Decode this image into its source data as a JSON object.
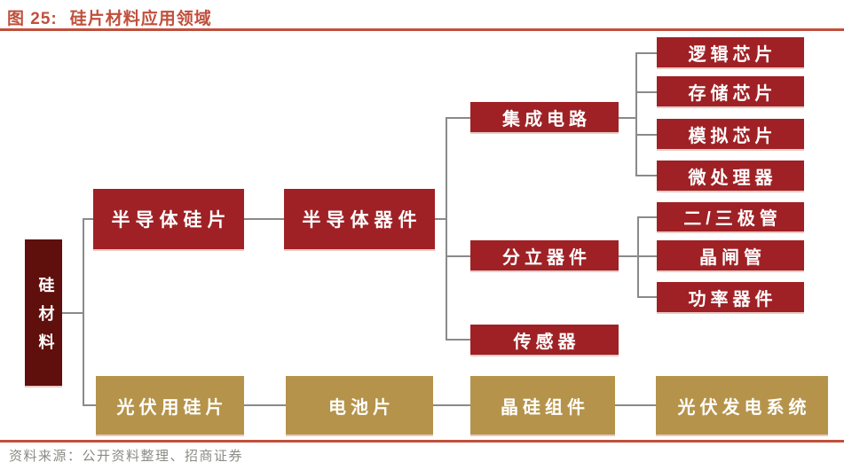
{
  "title": {
    "label": "图 25:",
    "text": "硅片材料应用领域"
  },
  "source": {
    "text": "资料来源：公开资料整理、招商证券"
  },
  "colors": {
    "accent_rule": "#C0503C",
    "box_red": "#9F2125",
    "box_dark_red": "#5F0F0C",
    "box_gold": "#B5934A",
    "connector_gray": "#8A8A8A",
    "source_text": "#8B8B85"
  },
  "tree": {
    "root": {
      "label": "硅材料"
    },
    "semiconductor_branch": {
      "wafer": "半导体硅片",
      "device": "半导体器件",
      "categories": {
        "ic": {
          "label": "集成电路",
          "children": [
            "逻辑芯片",
            "存储芯片",
            "模拟芯片",
            "微处理器"
          ]
        },
        "discrete": {
          "label": "分立器件",
          "children": [
            "二/三极管",
            "晶闸管",
            "功率器件"
          ]
        },
        "sensor": {
          "label": "传感器"
        }
      }
    },
    "photovoltaic_branch": {
      "wafer": "光伏用硅片",
      "cell": "电池片",
      "module": "晶硅组件",
      "system": "光伏发电系统"
    }
  }
}
